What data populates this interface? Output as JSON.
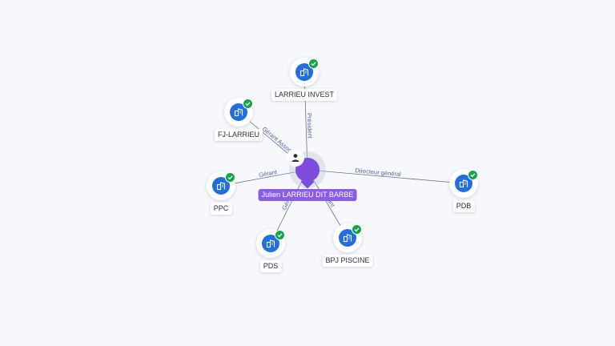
{
  "person": {
    "name": "Julien LARRIEU DIT BARBE",
    "icon": "person-icon",
    "color": "#7c4ddc"
  },
  "companies": [
    {
      "id": "larrieu-invest",
      "name": "LARRIEU INVEST",
      "role": "Président",
      "verified": true,
      "icon": "building-icon"
    },
    {
      "id": "fj-larrieu",
      "name": "FJ-LARRIEU",
      "role": "Gérant Associé",
      "verified": true,
      "icon": "building-icon"
    },
    {
      "id": "ppc",
      "name": "PPC",
      "role": "Gérant",
      "verified": true,
      "icon": "building-icon"
    },
    {
      "id": "pds",
      "name": "PDS",
      "role": "Gérant",
      "verified": true,
      "icon": "building-icon"
    },
    {
      "id": "bpj-piscine",
      "name": "BPJ PISCINE",
      "role": "Gérant",
      "verified": true,
      "icon": "building-icon"
    },
    {
      "id": "pdb",
      "name": "PDB",
      "role": "Directeur général",
      "verified": true,
      "icon": "building-icon"
    }
  ],
  "colors": {
    "company_icon": "#1f6fe0",
    "verified_badge": "#16a34a",
    "edge": "#6b7088",
    "edge_label": "#5a5f9a"
  }
}
